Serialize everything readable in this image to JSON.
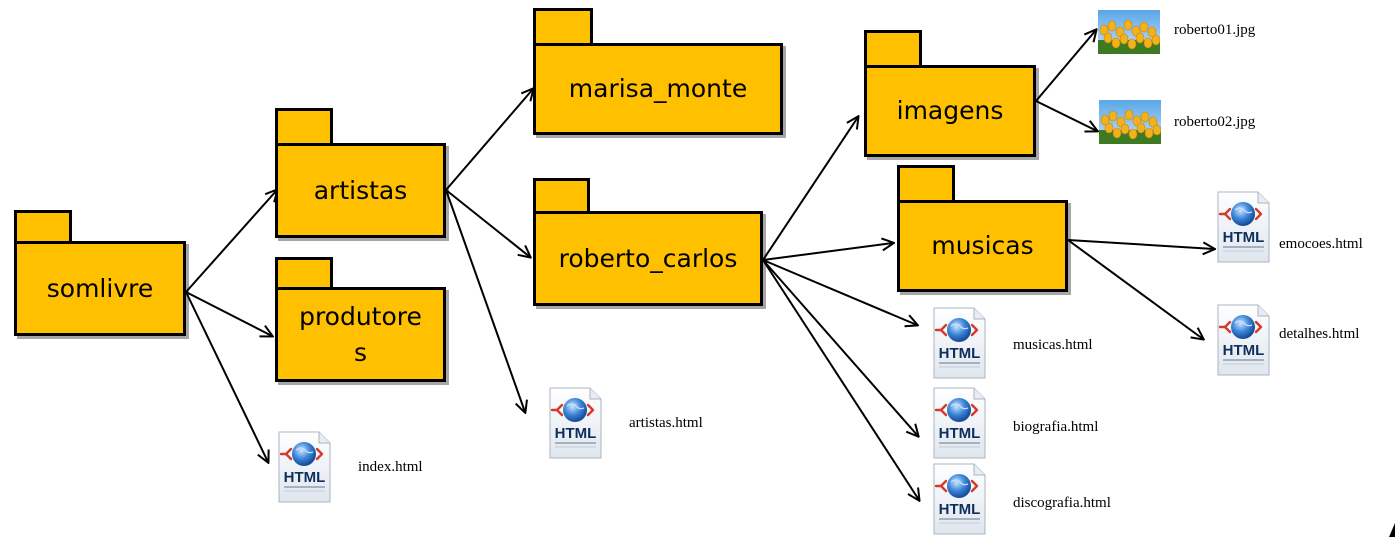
{
  "folders": {
    "somlivre": "somlivre",
    "artistas": "artistas",
    "produtores": "produtore\ns",
    "marisa_monte": "marisa_monte",
    "roberto_carlos": "roberto_carlos",
    "imagens": "imagens",
    "musicas": "musicas"
  },
  "files": {
    "index": "index.html",
    "artistas": "artistas.html",
    "musicas": "musicas.html",
    "biografia": "biografia.html",
    "discografia": "discografia.html",
    "emocoes": "emocoes.html",
    "detalhes": "detalhes.html",
    "roberto01": "roberto01.jpg",
    "roberto02": "roberto02.jpg"
  },
  "icon_text": "HTML",
  "icons": {
    "html_file": "html-file-icon",
    "image_file": "photo-thumbnail-icon"
  },
  "colors": {
    "folder_fill": "#FFC000",
    "folder_border": "#000000",
    "arrow": "#000000"
  }
}
